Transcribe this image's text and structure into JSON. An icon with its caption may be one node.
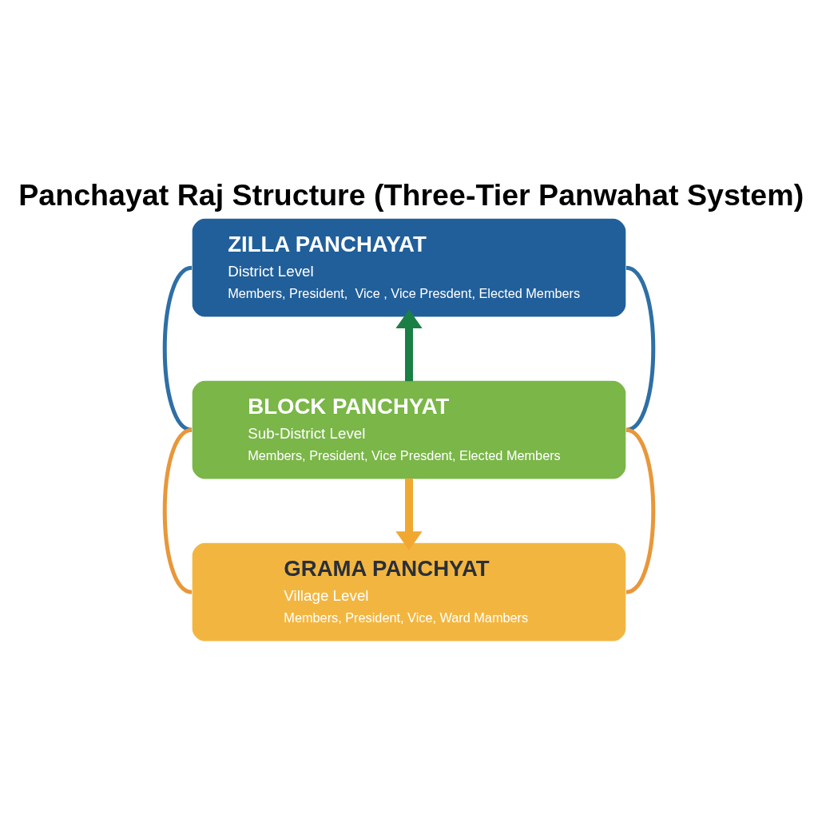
{
  "diagram": {
    "title": "Panchayat Raj Structure (Three-Tier Panwahat System)",
    "nodes": [
      {
        "text": [
          "ZILLA PANCHAYAT",
          "District Level",
          "Members, President,  Vice , Vice Presdent, Elected Members"
        ]
      },
      {
        "text": [
          "BLOCK PANCHYAT",
          "Sub-District Level",
          "Members, President, Vice Presdent, Elected Members"
        ]
      },
      {
        "text": [
          "GRAMA PANCHYAT",
          "Village Level",
          "Members, President, Vice, Ward Mambers"
        ]
      }
    ],
    "edges": [
      {
        "from": 0,
        "to": 1,
        "arrow": "none",
        "color": "#2e6fa5"
      },
      {
        "from": 0,
        "to": 1,
        "arrow": "none",
        "color": "#2e6fa5"
      },
      {
        "from": 1,
        "to": 0,
        "arrow": "to",
        "style": "thick",
        "color": "#1a7f45"
      },
      {
        "from": 1,
        "to": 2,
        "arrow": "to",
        "style": "thick",
        "color": "#f0a830"
      },
      {
        "from": 1,
        "to": 2,
        "arrow": "none",
        "color": "#e8973a"
      },
      {
        "from": 1,
        "to": 2,
        "arrow": "none",
        "color": "#e8973a"
      }
    ]
  }
}
